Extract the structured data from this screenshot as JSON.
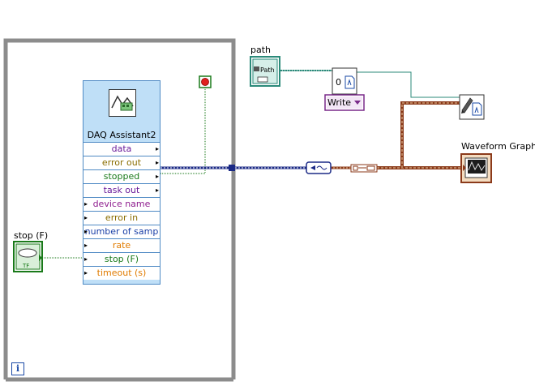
{
  "while_loop": {
    "iteration_terminal": "i"
  },
  "daq": {
    "title": "DAQ Assistant2",
    "terminals": [
      {
        "label": "data",
        "color": "#6a1b9a"
      },
      {
        "label": "error out",
        "color": "#8a6d00"
      },
      {
        "label": "stopped",
        "color": "#1a7a1a"
      },
      {
        "label": "task out",
        "color": "#6a1b9a"
      },
      {
        "label": "device name",
        "color": "#8e1c8e"
      },
      {
        "label": "error in",
        "color": "#8a6d00"
      },
      {
        "label": "number of samp",
        "color": "#1a3fa6"
      },
      {
        "label": "rate",
        "color": "#e07b00"
      },
      {
        "label": "stop (F)",
        "color": "#1a7a1a"
      },
      {
        "label": "timeout (s)",
        "color": "#e07b00"
      }
    ]
  },
  "stop_control": {
    "label": "stop (F)",
    "glyph": "TF"
  },
  "path_control": {
    "label": "path",
    "glyph": "Path"
  },
  "write_selector": {
    "label": "Write"
  },
  "numeric_const": {
    "value": "0"
  },
  "waveform_graph": {
    "label": "Waveform Graph"
  },
  "colors": {
    "loop_border": "#8c8c8c",
    "wire_dynamic": "#1b2a86",
    "wire_bool": "#1a7a1a",
    "wire_path": "#2b8a7a",
    "wire_cluster": "#8b3a1a",
    "accent_blue": "#1a49a6"
  }
}
